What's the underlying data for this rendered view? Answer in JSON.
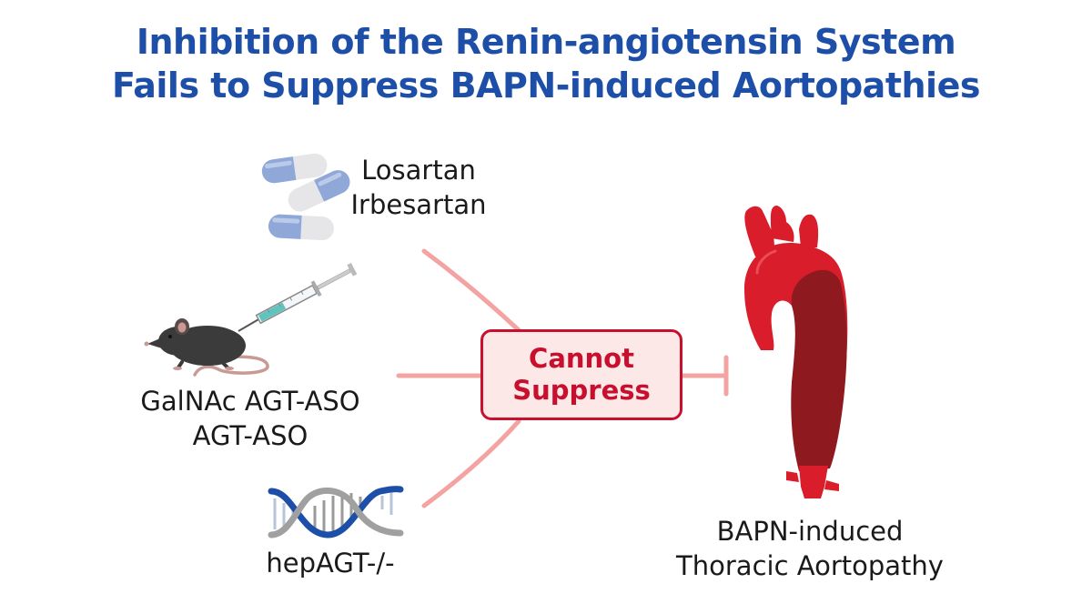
{
  "title": {
    "line1": "Inhibition of the Renin-angiotensin System",
    "line2": "Fails to Suppress BAPN-induced Aortopathies"
  },
  "drugs": {
    "line1": "Losartan",
    "line2": "Irbesartan"
  },
  "aso": {
    "line1": "GalNAc AGT-ASO",
    "line2": "AGT-ASO"
  },
  "genetic": {
    "label": "hepAGT-/-"
  },
  "center": {
    "line1": "Cannot",
    "line2": "Suppress"
  },
  "outcome": {
    "line1": "BAPN-induced",
    "line2": "Thoracic Aortopathy"
  },
  "colors": {
    "title": "#1d4fa8",
    "connector": "#f4a3a3",
    "box_border": "#c8102e",
    "box_fill": "#fde8e8",
    "aorta_red": "#d91d2a",
    "aorta_dark": "#8e1a1f"
  },
  "icons": [
    "capsule-icon",
    "syringe-icon",
    "mouse-icon",
    "dna-icon",
    "aorta-icon"
  ]
}
